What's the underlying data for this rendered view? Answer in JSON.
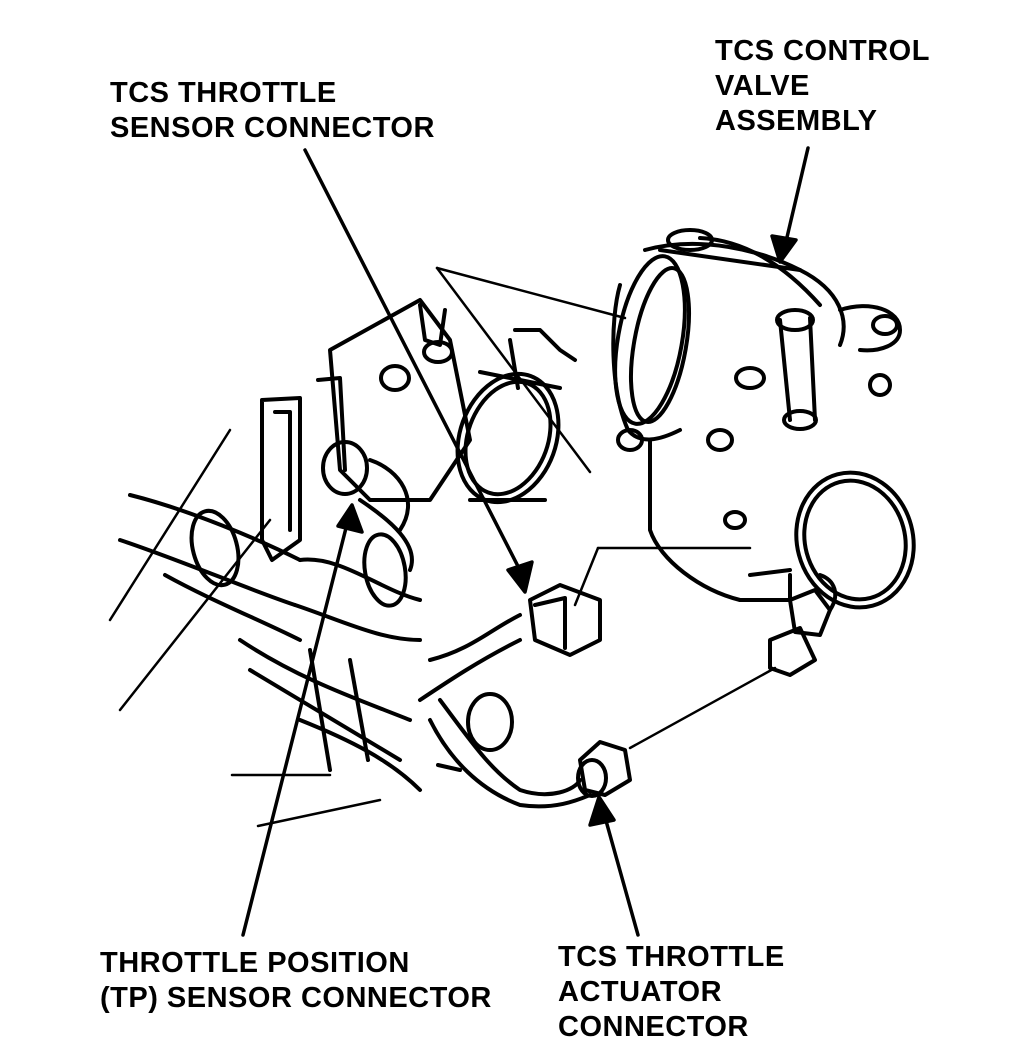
{
  "labels": {
    "tcs_control_valve": {
      "lines": [
        "TCS CONTROL",
        "VALVE",
        "ASSEMBLY"
      ]
    },
    "tcs_throttle_sensor": {
      "lines": [
        "TCS THROTTLE",
        "SENSOR CONNECTOR"
      ]
    },
    "tp_sensor": {
      "lines": [
        "THROTTLE POSITION",
        "(TP) SENSOR CONNECTOR"
      ]
    },
    "tcs_actuator": {
      "lines": [
        "TCS THROTTLE",
        "ACTUATOR",
        "CONNECTOR"
      ]
    }
  },
  "colors": {
    "ink": "#000000",
    "paper": "#ffffff"
  }
}
